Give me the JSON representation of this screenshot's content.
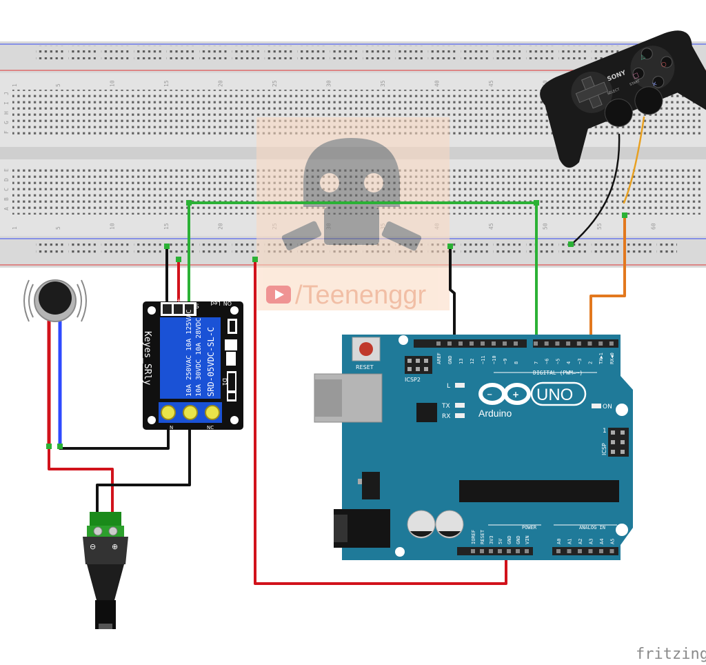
{
  "breadboard": {
    "row_letters_top": [
      "J",
      "I",
      "H",
      "G",
      "F"
    ],
    "row_letters_bottom": [
      "E",
      "D",
      "C",
      "B",
      "A"
    ],
    "column_numbers": [
      "1",
      "5",
      "10",
      "15",
      "20",
      "25",
      "30",
      "35",
      "40",
      "45",
      "50",
      "55",
      "60"
    ]
  },
  "relay": {
    "model": "Keyes_SRly",
    "part_number": "SRD-05VDC-SL-C",
    "rating_line_1": "10A 250VAC  10A 125VAC",
    "rating_line_2": "10A 30VDC  10A 28VDC",
    "pin_minus": "-",
    "pin_plus": "+",
    "pin_s": "S",
    "led_label": "ON_Led",
    "diode_label": "D1",
    "terminal_n": "N",
    "terminal_nc": "NC"
  },
  "arduino": {
    "brand": "Arduino",
    "model": "UNO",
    "reset_label": "RESET",
    "icsp2_label": "ICSP2",
    "icsp_label": "ICSP",
    "icsp_pin1": "1",
    "l_label": "L",
    "tx_label": "TX",
    "rx_label": "RX",
    "on_label": "ON",
    "digital_label": "DIGITAL (PWM=~)",
    "power_label": "POWER",
    "analog_label": "ANALOG IN",
    "top_pin_labels": [
      "AREF",
      "GND",
      "13",
      "12",
      "~11",
      "~10",
      "~9",
      "8",
      "7",
      "~6",
      "~5",
      "4",
      "~3",
      "2",
      "TX▶1",
      "RX◀0"
    ],
    "power_pin_labels": [
      "IOREF",
      "RESET",
      "3V3",
      "5V",
      "GND",
      "GND",
      "VIN"
    ],
    "analog_pin_labels": [
      "A0",
      "A1",
      "A2",
      "A3",
      "A4",
      "A5"
    ]
  },
  "controller": {
    "brand": "SONY",
    "select_label": "SELECT",
    "start_label": "START"
  },
  "dc_jack": {
    "minus": "⊖",
    "plus": "⊕"
  },
  "watermark": {
    "text": "/Teenenggr"
  },
  "footer": {
    "app_name": "fritzing"
  },
  "colors": {
    "board_teal": "#1F7A99",
    "breadboard": "#E6E6E6",
    "wire_red": "#D1121B",
    "wire_black": "#111111",
    "wire_green": "#2BB135",
    "wire_orange": "#E2781E",
    "wire_blue": "#2F4BFF",
    "watermark_bg": "#FDE6D6"
  }
}
